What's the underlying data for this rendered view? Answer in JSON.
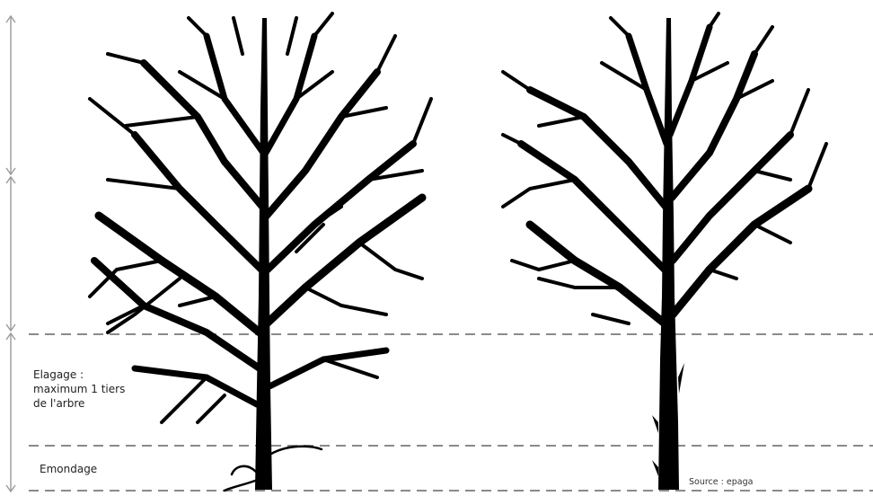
{
  "labels": {
    "elagage_line1": "Elagage :",
    "elagage_line2": "maximum 1 tiers",
    "elagage_line3": "de l'arbre",
    "emondage": "Emondage",
    "source": "Source : epaga"
  },
  "colors": {
    "tree": "#000000",
    "guide_line": "#8a8a8a",
    "arrow": "#9a9a9a",
    "background": "#ffffff"
  },
  "icons": {
    "left_tree": "full-crown-tree-icon",
    "right_tree": "pruned-tree-icon"
  }
}
